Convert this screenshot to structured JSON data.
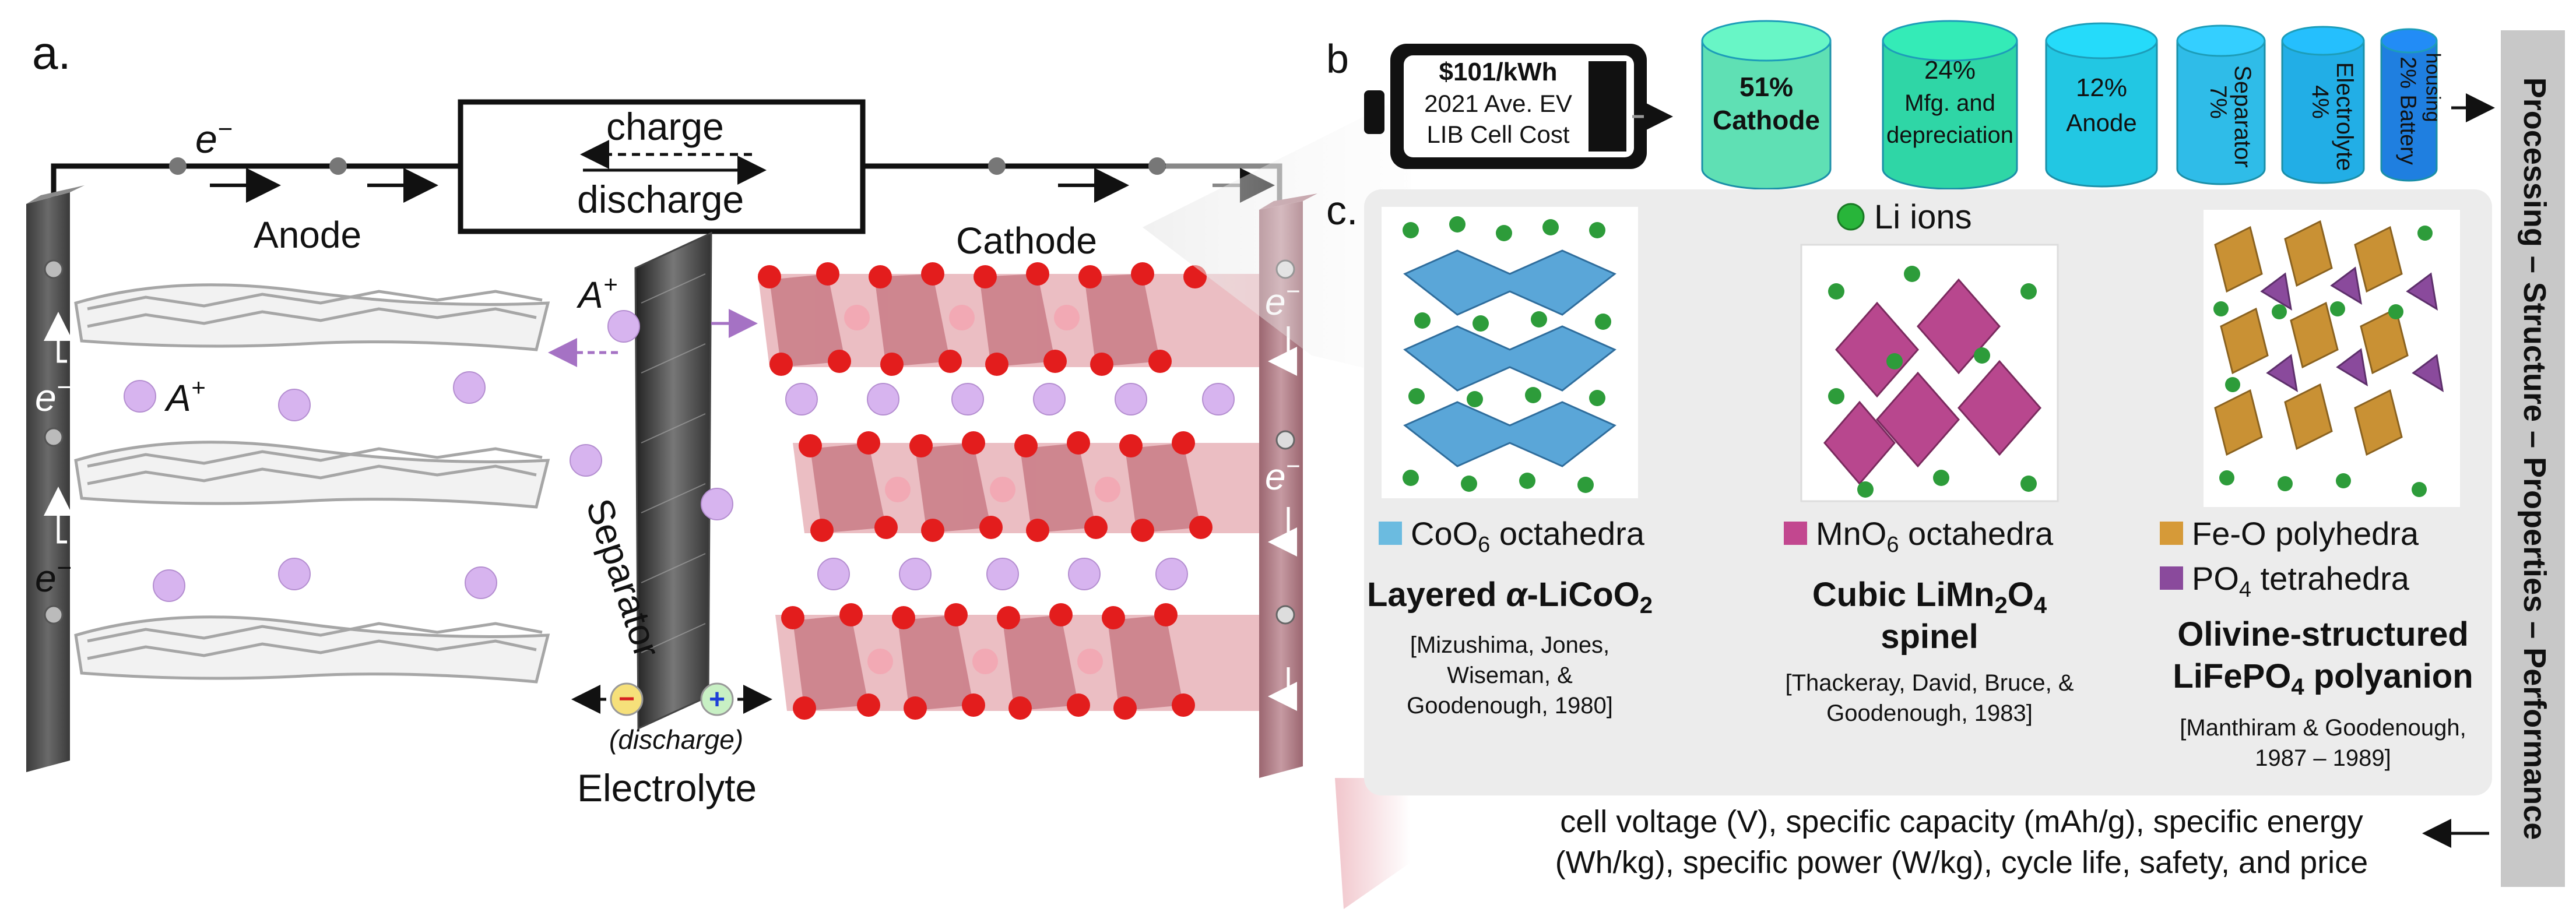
{
  "panels": {
    "a": "a.",
    "b": "b",
    "c": "c."
  },
  "panel_a": {
    "electron": "e",
    "electron_sup": "−",
    "charge": "charge",
    "discharge": "discharge",
    "anode": "Anode",
    "cathode": "Cathode",
    "ion": "A",
    "ion_sup": "+",
    "separator": "Separator",
    "discharge_paren": "(discharge)",
    "electrolyte": "Electrolyte",
    "minus": "−",
    "plus": "+"
  },
  "panel_b": {
    "battery_price": "$101/kWh",
    "battery_line2": "2021 Ave. EV",
    "battery_line3": "LIB Cell Cost",
    "cyl": [
      {
        "pct": "51%",
        "label": "Cathode",
        "color": "#5fe0b4"
      },
      {
        "pct": "24%",
        "label1": "Mfg. and",
        "label2": "depreciation",
        "color": "#2fd6a6"
      },
      {
        "pct": "12%",
        "label": "Anode",
        "color": "#22c7e3"
      },
      {
        "pct": "7%",
        "label": "Separator",
        "color": "#2fbce8"
      },
      {
        "pct": "4%",
        "label": "Electrolyte",
        "color": "#22aee6"
      },
      {
        "pct": "2% Battery",
        "label": "housing",
        "color": "#1f7fe0"
      }
    ]
  },
  "panel_c": {
    "li_ions": "Li ions",
    "materials": [
      {
        "legend": [
          "CoO",
          "6",
          " octahedra"
        ],
        "legend_color": "#6bbbe0",
        "name": [
          "Layered ",
          "α",
          "-LiCoO",
          "2"
        ],
        "refs": [
          "[Mizushima, Jones,",
          "Wiseman, &",
          "Goodenough, 1980]"
        ]
      },
      {
        "legend": [
          "MnO",
          "6",
          " octahedra"
        ],
        "legend_color": "#c2478f",
        "name_line1": [
          "Cubic LiMn",
          "2",
          "O",
          "4"
        ],
        "name_line2": "spinel",
        "refs": [
          "[Thackeray, David, Bruce, &",
          "Goodenough, 1983]"
        ]
      },
      {
        "legend": [
          "Fe-O polyhedra"
        ],
        "legend_color": "#d69a38",
        "legend2": [
          "PO",
          "4",
          " tetrahedra"
        ],
        "legend2_color": "#8a4a9c",
        "name_line1": "Olivine-structured",
        "name_line2": [
          "LiFePO",
          "4",
          " polyanion"
        ],
        "refs": [
          "[Manthiram & Goodenough,",
          "1987 – 1989]"
        ]
      }
    ],
    "performance_line1": "cell voltage (V), specific capacity (mAh/g), specific energy",
    "performance_line2": "(Wh/kg), specific power (W/kg), cycle life, safety, and price"
  },
  "sidebar": "Processing – Structure – Properties – Performance"
}
